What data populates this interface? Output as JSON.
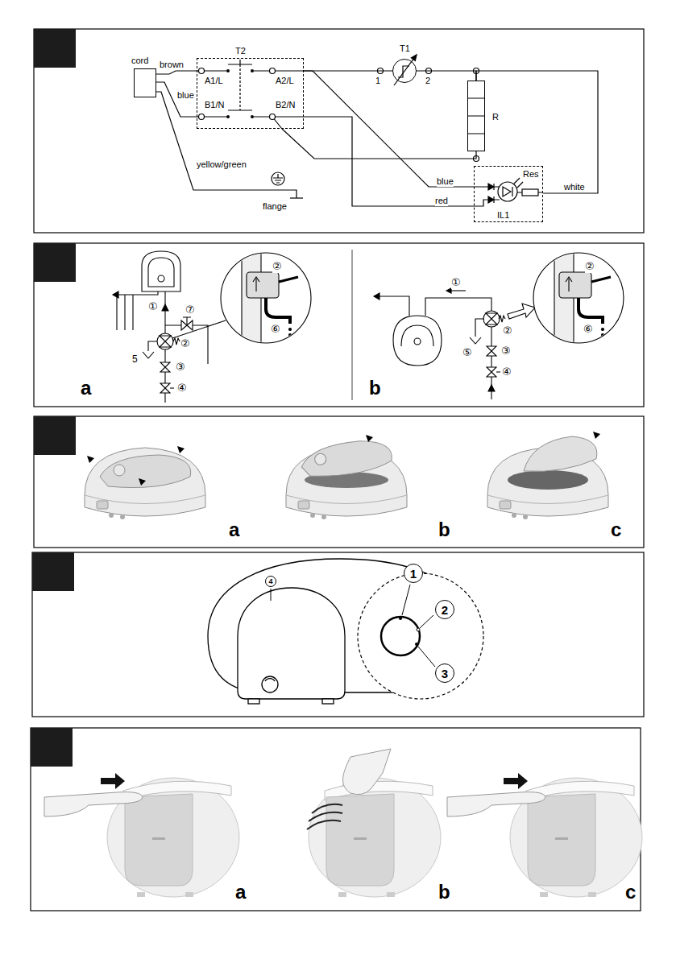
{
  "diagram": {
    "nodes": [
      {
        "text": [
          "cord"
        ]
      },
      {
        "text": [
          "T2"
        ]
      },
      {
        "text": [
          "T1"
        ]
      },
      {
        "text": [
          "R"
        ]
      },
      {
        "text": [
          "Res",
          "IL1"
        ]
      },
      {
        "text": [
          "4"
        ]
      },
      {
        "text": [
          "1"
        ]
      },
      {
        "text": [
          "2"
        ]
      },
      {
        "text": [
          "3"
        ]
      }
    ],
    "edges": [
      {
        "from": 0,
        "to": 1,
        "arrow": "none",
        "label": "brown"
      },
      {
        "from": 0,
        "to": 1,
        "arrow": "none",
        "label": "blue"
      },
      {
        "from": 1,
        "to": 2,
        "arrow": "none"
      },
      {
        "from": 2,
        "to": 3,
        "arrow": "none"
      },
      {
        "from": 1,
        "to": 3,
        "arrow": "none"
      },
      {
        "from": 1,
        "to": 4,
        "arrow": "none",
        "label": "blue"
      },
      {
        "from": 1,
        "to": 4,
        "arrow": "none",
        "label": "red"
      },
      {
        "from": 3,
        "to": 4,
        "arrow": "none",
        "label": "white"
      }
    ],
    "labels": [
      "A1/L",
      "A2/L",
      "B1/N",
      "B2/N",
      "1",
      "2",
      "yellow/green",
      "flange",
      "①",
      "⑦",
      "②",
      "②",
      "5",
      "③",
      "④",
      "⑥",
      "a",
      "①",
      "②",
      "②",
      "⑤",
      "③",
      "④",
      "⑥",
      "b",
      "a",
      "b",
      "c",
      "a",
      "b",
      "c"
    ]
  }
}
